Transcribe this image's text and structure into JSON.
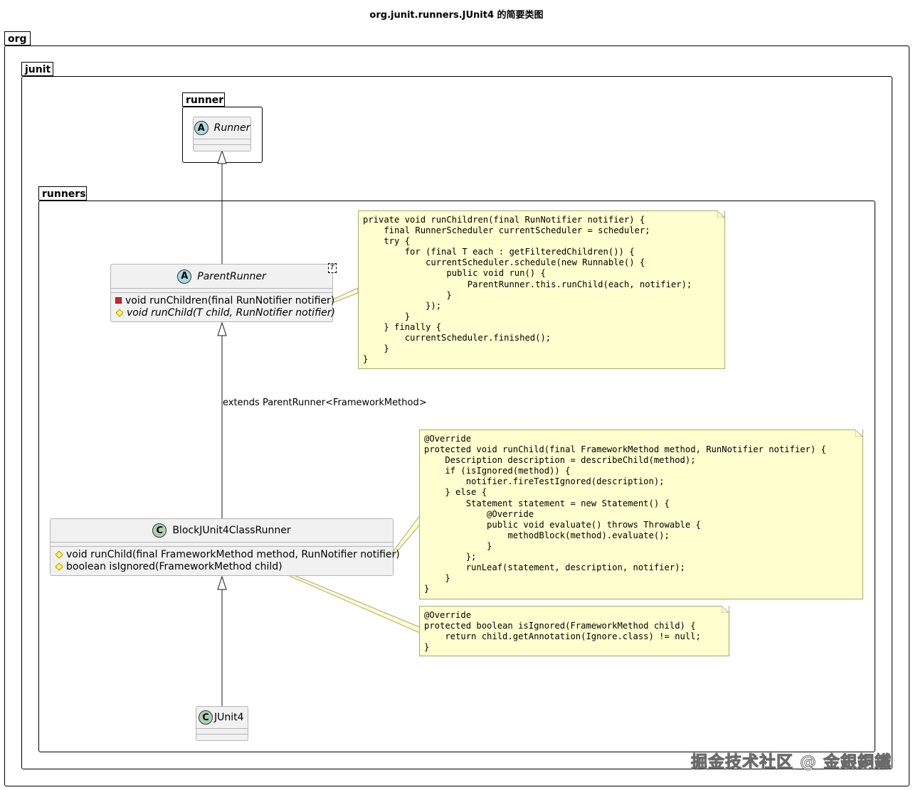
{
  "title": "org.junit.runners.JUnit4 的简要类图",
  "packages": {
    "org": "org",
    "junit": "junit",
    "runner": "runner",
    "runners": "runners"
  },
  "classes": {
    "runner": {
      "name": "Runner",
      "kind": "abstract",
      "badge": "A"
    },
    "parent_runner": {
      "name": "ParentRunner",
      "kind": "abstract",
      "badge": "A",
      "type_param": "T",
      "methods": [
        {
          "visibility": "private",
          "text": "void runChildren(final RunNotifier notifier)",
          "abstract": false
        },
        {
          "visibility": "protected",
          "text": "void runChild(T child, RunNotifier notifier)",
          "abstract": true
        }
      ]
    },
    "block_runner": {
      "name": "BlockJUnit4ClassRunner",
      "kind": "class",
      "badge": "C",
      "methods": [
        {
          "visibility": "protected",
          "text": "void runChild(final FrameworkMethod method, RunNotifier notifier)"
        },
        {
          "visibility": "protected",
          "text": "boolean isIgnored(FrameworkMethod child)"
        }
      ]
    },
    "junit4": {
      "name": "JUnit4",
      "kind": "class",
      "badge": "C"
    }
  },
  "edge_label": "extends ParentRunner<FrameworkMethod>",
  "notes": {
    "run_children": "private void runChildren(final RunNotifier notifier) {\n    final RunnerScheduler currentScheduler = scheduler;\n    try {\n        for (final T each : getFilteredChildren()) {\n            currentScheduler.schedule(new Runnable() {\n                public void run() {\n                    ParentRunner.this.runChild(each, notifier);\n                }\n            });\n        }\n    } finally {\n        currentScheduler.finished();\n    }\n}",
    "run_child": "@Override\nprotected void runChild(final FrameworkMethod method, RunNotifier notifier) {\n    Description description = describeChild(method);\n    if (isIgnored(method)) {\n        notifier.fireTestIgnored(description);\n    } else {\n        Statement statement = new Statement() {\n            @Override\n            public void evaluate() throws Throwable {\n                methodBlock(method).evaluate();\n            }\n        };\n        runLeaf(statement, description, notifier);\n    }\n}",
    "is_ignored": "@Override\nprotected boolean isIgnored(FrameworkMethod child) {\n    return child.getAnnotation(Ignore.class) != null;\n}"
  },
  "watermark": "掘金技术社区 @ 金銀銅鐵",
  "colors": {
    "class_fill": "#f1f1f1",
    "note_fill": "#fefece",
    "abstract_badge": "#a9dcdf",
    "class_badge": "#add1b2",
    "private_marker": "#c82930",
    "protected_marker": "#ffff44"
  }
}
